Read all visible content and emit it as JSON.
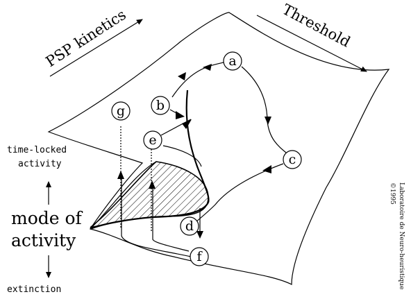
{
  "axes": {
    "psp_kinetics": "PSP kinetics",
    "threshold": "Threshold"
  },
  "side_labels": {
    "time_locked_line1": "time-locked",
    "time_locked_line2": "activity",
    "mode_line1": "mode of",
    "mode_line2": "activity",
    "extinction": "extinction"
  },
  "nodes": {
    "a": "a",
    "b": "b",
    "c": "c",
    "d": "d",
    "e": "e",
    "f": "f",
    "g": "g"
  },
  "credit": {
    "line1": "Laboratoire de Neuro-heuristique",
    "line2": "©1995"
  }
}
